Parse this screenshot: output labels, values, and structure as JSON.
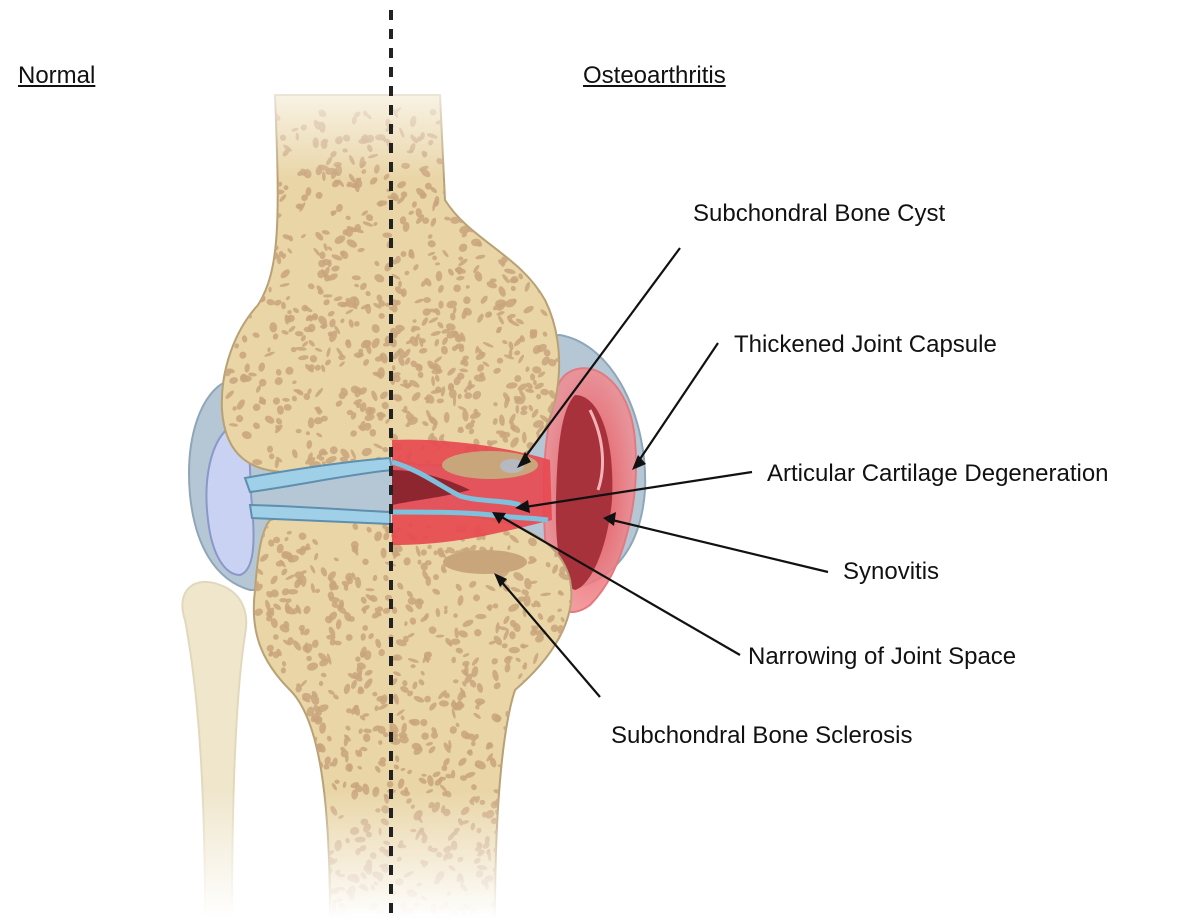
{
  "headings": {
    "normal": "Normal",
    "osteoarthritis": "Osteoarthritis"
  },
  "labels": {
    "subchondral_bone_cyst": "Subchondral Bone Cyst",
    "thickened_joint_capsule": "Thickened Joint Capsule",
    "articular_cartilage_degeneration": "Articular Cartilage Degeneration",
    "synovitis": "Synovitis",
    "narrowing_of_joint_space": "Narrowing of Joint Space",
    "subchondral_bone_sclerosis": "Subchondral Bone Sclerosis"
  },
  "colors": {
    "bone": "#e9d5a6",
    "bone_outline": "#b9a176",
    "trabecular": "#c9a57c",
    "capsule": "#a9bfd0",
    "synovial_fluid": "#c6cff0",
    "cartilage": "#9fd0e8",
    "inflammation": "#e8474f",
    "synovitis_dark": "#a8323c",
    "fibula": "#efe6cc"
  }
}
